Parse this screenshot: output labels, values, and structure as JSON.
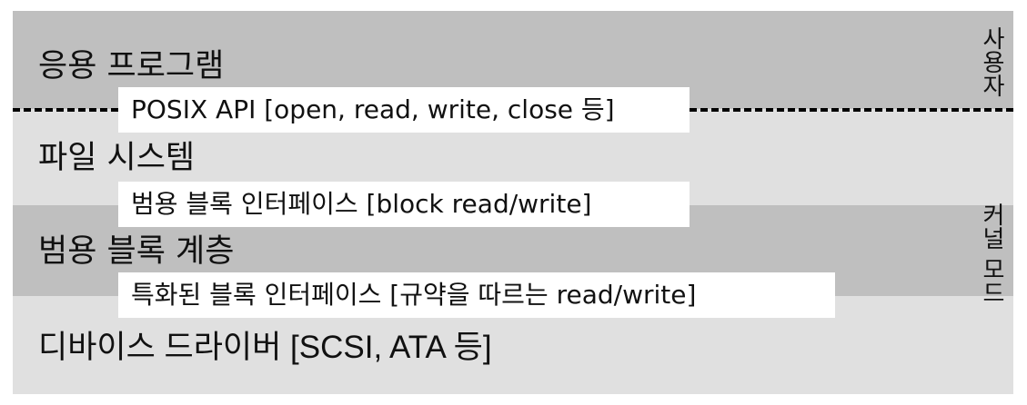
{
  "layers": [
    {
      "title": "응용 프로그램"
    },
    {
      "title": "파일 시스템"
    },
    {
      "title": "범용 블록 계층"
    },
    {
      "title": "디바이스 드라이버 [SCSI, ATA 등]"
    }
  ],
  "interfaces": [
    {
      "label": "POSIX API [open, read, write, close 등]"
    },
    {
      "label": "범용 블록 인터페이스 [block read/write]"
    },
    {
      "label": "특화된 블록 인터페이스 [규약을 따르는 read/write]"
    }
  ],
  "modes": {
    "user": "사용자",
    "kernel": "커널 모드"
  },
  "colors": {
    "dark_band": "#bfbfbf",
    "light_band": "#e0e0e0",
    "interface_box": "#ffffff",
    "divider": "#000000"
  }
}
